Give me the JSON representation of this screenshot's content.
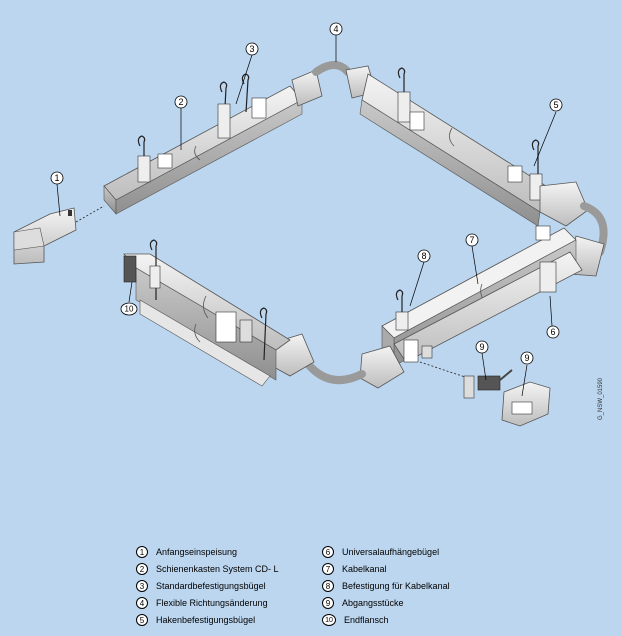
{
  "drawing_code": "G_NSW_01590",
  "callouts": [
    {
      "num": "1"
    },
    {
      "num": "2"
    },
    {
      "num": "3"
    },
    {
      "num": "4"
    },
    {
      "num": "5"
    },
    {
      "num": "6"
    },
    {
      "num": "7"
    },
    {
      "num": "8"
    },
    {
      "num": "9"
    },
    {
      "num": "9"
    },
    {
      "num": "10"
    }
  ],
  "legend": [
    {
      "num": "1",
      "label": "Anfangseinspeisung"
    },
    {
      "num": "2",
      "label": "Schienenkasten System CD- L"
    },
    {
      "num": "3",
      "label": "Standardbefestigungsbügel"
    },
    {
      "num": "4",
      "label": "Flexible Richtungsänderung"
    },
    {
      "num": "5",
      "label": "Hakenbefestigungsbügel"
    },
    {
      "num": "6",
      "label": "Universalaufhängebügel"
    },
    {
      "num": "7",
      "label": "Kabelkanal"
    },
    {
      "num": "8",
      "label": "Befestigung für Kabelkanal"
    },
    {
      "num": "9",
      "label": "Abgangsstücke"
    },
    {
      "num": "10",
      "label": "Endflansch"
    }
  ]
}
